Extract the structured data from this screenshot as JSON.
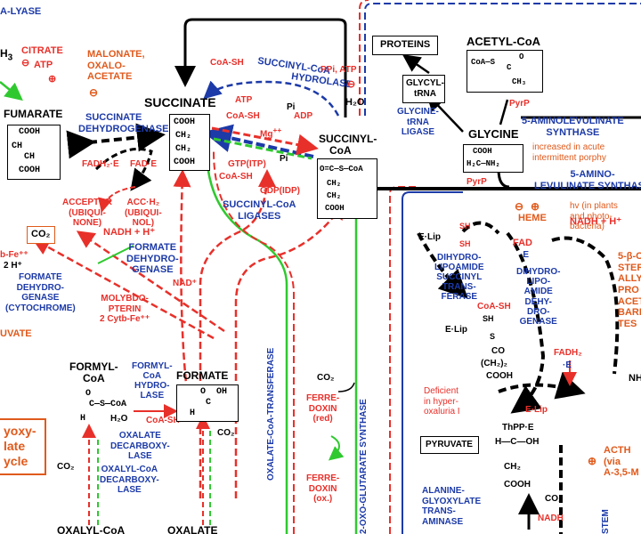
{
  "compounds": {
    "succinate": "SUCCINATE",
    "fumarate": "FUMARATE",
    "succinyl_coa_line1": "SUCCINYL-",
    "succinyl_coa_line2": "CoA",
    "glycine": "GLYCINE",
    "acetyl_coa": "ACETYL-CoA",
    "proteins": "PROTEINS",
    "glycyl_trna_line1": "GLYCYL-",
    "glycyl_trna_line2": "tRNA",
    "formate": "FORMATE",
    "formyl_coa_line1": "FORMYL-",
    "formyl_coa_line2": "CoA",
    "pyruvate": "PYRUVATE",
    "oxalyl_coa": "OXALYL-CoA",
    "oxalate": "OXALATE",
    "co2_box": "CO₂"
  },
  "enzymes": {
    "lyase": "A-LYASE",
    "succinate_dehydrogenase": [
      "SUCCINATE",
      "DEHYDROGENASE"
    ],
    "succinyl_coa_hydrolase": [
      "SUCCINYL-CoA",
      "HYDROLASE"
    ],
    "succinyl_coa_ligases": [
      "SUCCINYL-CoA",
      "LIGASES"
    ],
    "glycine_trna_ligase": [
      "GLYCINE-",
      "tRNA",
      "LIGASE"
    ],
    "aminolevulinate_synthase_1": [
      "5-AMINOLEVULINATE",
      "SYNTHASE"
    ],
    "aminolevulinate_synthase_2": [
      "5-AMINO-",
      "LEVULINATE SYNTHASE"
    ],
    "formate_dehydrogenase_cyto": [
      "FORMATE",
      "DEHYDRO-",
      "GENASE",
      "(CYTOCHROME)"
    ],
    "formate_dehydrogenase": [
      "FORMATE",
      "DEHYDRO-",
      "GENASE"
    ],
    "formyl_coa_hydrolase": [
      "FORMYL-",
      "CoA",
      "HYDRO-",
      "LASE"
    ],
    "oxalate_decarboxylase": [
      "OXALATE",
      "DECARBOXY-",
      "LASE"
    ],
    "oxalyl_coa_decarboxylase": [
      "OXALYL-CoA",
      "DECARBOXY-",
      "LASE"
    ],
    "oxalate_coa_transferase": "OXALATE-CoA-TRANSFERASE",
    "oxoglutarate_synthase": "2-OXO-GLUTARATE SYNTHASE",
    "dihydrolipoamide_transferase": [
      "DIHYDRO-",
      "LIPOAMIDE",
      "SUCCINYL",
      "TRANS-",
      "FERASE"
    ],
    "dihydrolipoamide_dehydrogenase": [
      "DIHYDRO-",
      "LIPO-",
      "AMIDE",
      "DEHY-",
      "DRO-",
      "GENASE"
    ],
    "alanine_glyoxylate": [
      "ALANINE-",
      "GLYOXYLATE",
      "TRANS-",
      "AMINASE"
    ],
    "system": "STEM"
  },
  "cofactors": {
    "citrate": "CITRATE",
    "atp": "ATP",
    "minus": "⊖",
    "plus": "⊕",
    "malonate": [
      "MALONATE,",
      "OXALO-",
      "ACETATE"
    ],
    "coa_sh": "CoA-SH",
    "ppi_atp": "PPi, ATP",
    "h2o": "H₂O",
    "mg": "Mg",
    "pi": "Pi",
    "adp": "ADP",
    "gtp": "GTP(ITP)",
    "gdp": "GDP(IDP)",
    "fadh2_e": "FADH₂·E",
    "fad_e": "FAD·E",
    "acceptor": [
      "ACCEPTOR",
      "(UBIQUI-",
      "NONE)"
    ],
    "acc_h2": [
      "ACC·H₂",
      "(UBIQUI-",
      "NOL)"
    ],
    "pyrp": "PyrP",
    "increased": [
      "increased in acute",
      "intermittent porphy"
    ],
    "heme": "HEME",
    "hv": [
      "hv (in plants",
      "and photo-",
      "bacteria)"
    ],
    "nadh": "NADH + H⁺",
    "nad": "NAD⁺",
    "nadh2": "NADH",
    "cytb": "b-Fe⁺⁺",
    "two_h": "2 H⁺",
    "molybdopterin": [
      "MOLYBDO-",
      "PTERIN",
      "2 Cytb-Fe⁺⁺"
    ],
    "co2": "CO₂",
    "ferredoxin_red": [
      "FERRE-",
      "DOXIN",
      "(red)"
    ],
    "ferredoxin_ox": [
      "FERRE-",
      "DOXIN",
      "(ox.)"
    ],
    "deficient": [
      "Deficient",
      "in hyper-",
      "oxaluria I"
    ],
    "fad_dot_e": "FAD",
    "dot_e": "·E",
    "fadh2": "FADH₂",
    "e": "·E",
    "sterol": [
      "5-β-C",
      "STER",
      "ALLY",
      "PRO",
      "ACET",
      "BARE",
      "TES"
    ],
    "acth": [
      "ACTH",
      "(via",
      "A-3,5-M"
    ],
    "uvate": "UVATE",
    "glyoxylate_cycle": [
      "yoxy-",
      "late",
      "ycle"
    ],
    "nh": "NH"
  },
  "structures": {
    "cooh": "COOH",
    "ch2": "CH₂",
    "ch": "CH",
    "h2c_nh2": "H₂C—NH₂",
    "o_c_s_coa": "O=C—S—CoA",
    "coa_s": "CoA—S",
    "ch3": "CH₃",
    "o": "O",
    "oh": "OH",
    "h": "H",
    "c_s_coa": "C—S—CoA",
    "e_lip_sh": "E·Lip",
    "sh": "SH",
    "s": "S",
    "co": "CO",
    "ch2_2": "(CH₂)₂",
    "thpp": "ThPP·E",
    "h_c_oh": "H—C—OH"
  }
}
